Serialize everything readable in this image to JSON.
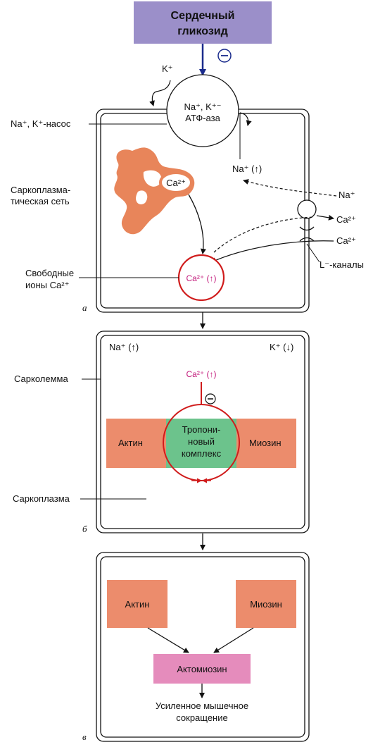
{
  "glycoside_box": {
    "line1": "Сердечный",
    "line2": "гликозид",
    "color": "#9b8fc9"
  },
  "inhibit_symbol": "⊖",
  "panel_a": {
    "letter": "а",
    "k_label": "K⁺",
    "pump_line1": "Na⁺, K⁺⁻",
    "pump_line2": "АТФ-аза",
    "pump_label": "Na⁺, K⁺-насос",
    "na_increase": "Na⁺ (↑)",
    "sr_label_line1": "Саркоплазма-",
    "sr_label_line2": "тическая сеть",
    "sr_ca": "Ca²⁺",
    "na_right": "Na⁺",
    "ca_right1": "Ca²⁺",
    "ca_right2": "Ca²⁺",
    "l_channels": "L⁻-каналы",
    "free_ions_line1": "Свободные",
    "free_ions_line2": "ионы Ca²⁺",
    "ca_center": "Ca²⁺ (↑)",
    "sr_color": "#e8855a"
  },
  "panel_b": {
    "letter": "б",
    "na_top": "Na⁺ (↑)",
    "k_top": "K⁺ (↓)",
    "sarcolemma": "Сарколемма",
    "ca_top": "Ca²⁺ (↑)",
    "actin": "Актин",
    "troponin_line1": "Тропони-",
    "troponin_line2": "новый",
    "troponin_line3": "комплекс",
    "myosin": "Миозин",
    "sarcoplasm": "Саркоплазма",
    "band_color": "#ec8c6c",
    "troponin_color": "#6cc38c"
  },
  "panel_c": {
    "letter": "в",
    "actin": "Актин",
    "myosin": "Миозин",
    "actomyosin": "Актомиозин",
    "result_line1": "Усиленное мышечное",
    "result_line2": "сокращение",
    "actomyosin_color": "#e58cbc"
  }
}
